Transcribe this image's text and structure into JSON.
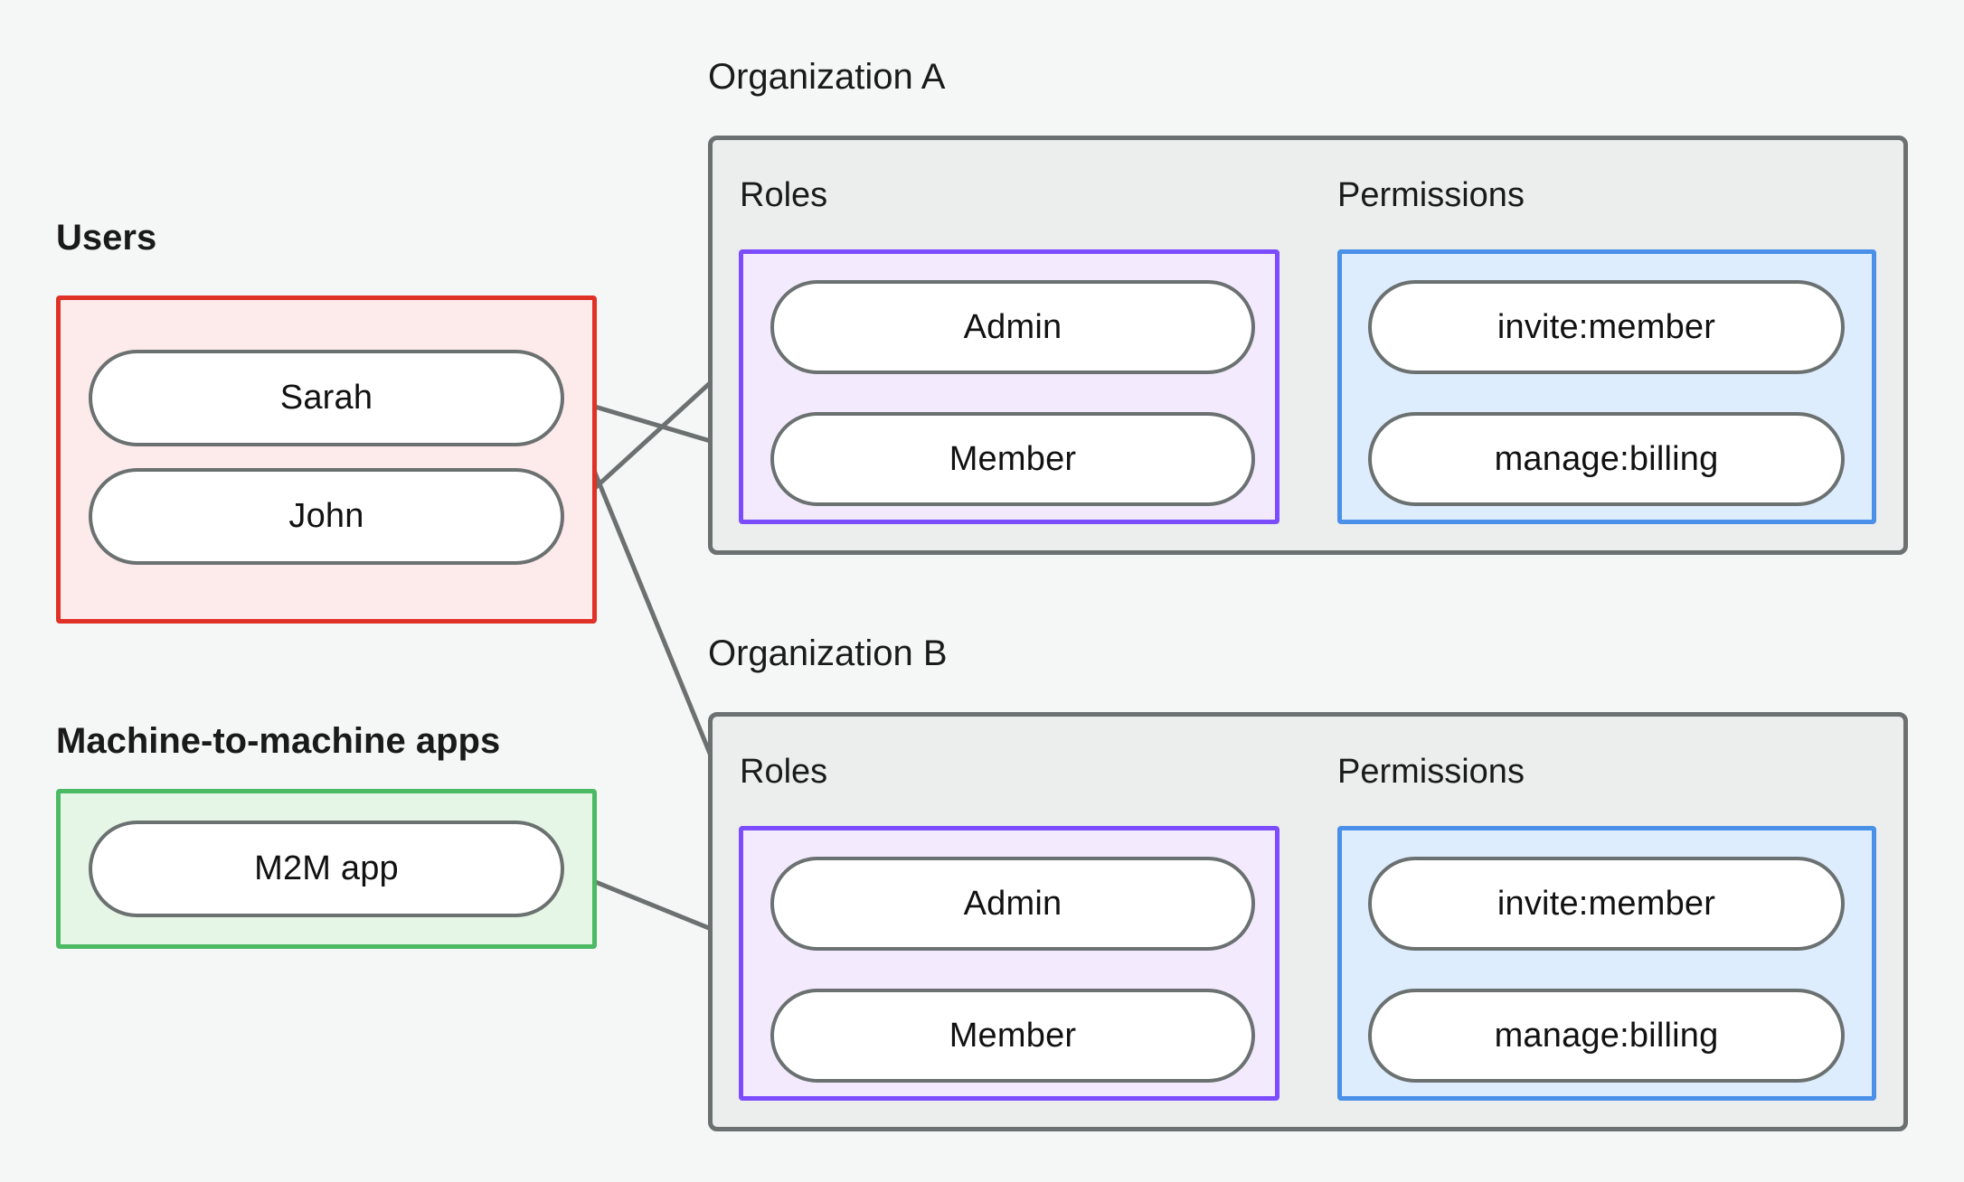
{
  "diagram": {
    "title_hidden": "",
    "background_color": "#f5f7f6",
    "edge_color": "#6b7070",
    "groups": {
      "users": {
        "label": "Users",
        "border_color": "#e03127",
        "fill_color": "#fdeaea",
        "items": [
          {
            "label": "Sarah"
          },
          {
            "label": "John"
          }
        ]
      },
      "m2m": {
        "label": "Machine-to-machine apps",
        "border_color": "#4cb963",
        "fill_color": "#e5f6e6",
        "items": [
          {
            "label": "M2M app"
          }
        ]
      }
    },
    "organizations": [
      {
        "label": "Organization A",
        "border_color": "#6b7070",
        "fill_color": "#eceeed",
        "roles": {
          "label": "Roles",
          "border_color": "#7c4dff",
          "fill_color": "#f3ebfd",
          "items": [
            {
              "label": "Admin"
            },
            {
              "label": "Member"
            }
          ]
        },
        "permissions": {
          "label": "Permissions",
          "border_color": "#4a90e8",
          "fill_color": "#ddedfd",
          "items": [
            {
              "label": "invite:member"
            },
            {
              "label": "manage:billing"
            }
          ]
        }
      },
      {
        "label": "Organization B",
        "border_color": "#6b7070",
        "fill_color": "#eceeed",
        "roles": {
          "label": "Roles",
          "border_color": "#7c4dff",
          "fill_color": "#f3ebfd",
          "items": [
            {
              "label": "Admin"
            },
            {
              "label": "Member"
            }
          ]
        },
        "permissions": {
          "label": "Permissions",
          "border_color": "#4a90e8",
          "fill_color": "#ddedfd",
          "items": [
            {
              "label": "invite:member"
            },
            {
              "label": "manage:billing"
            }
          ]
        }
      }
    ],
    "connections": [
      {
        "from": "Sarah",
        "to": "Organization A / Member"
      },
      {
        "from": "Sarah",
        "to": "Organization B / Admin"
      },
      {
        "from": "John",
        "to": "Organization A / Admin"
      },
      {
        "from": "M2M app",
        "to": "Organization B / Member"
      },
      {
        "from": "Organization A / Admin",
        "to": "Organization A / invite:member"
      },
      {
        "from": "Organization A / Admin",
        "to": "Organization A / manage:billing"
      },
      {
        "from": "Organization A / Member",
        "to": "Organization A / manage:billing"
      },
      {
        "from": "Organization B / Admin",
        "to": "Organization B / invite:member"
      },
      {
        "from": "Organization B / Admin",
        "to": "Organization B / manage:billing"
      },
      {
        "from": "Organization B / Member",
        "to": "Organization B / manage:billing"
      }
    ]
  }
}
